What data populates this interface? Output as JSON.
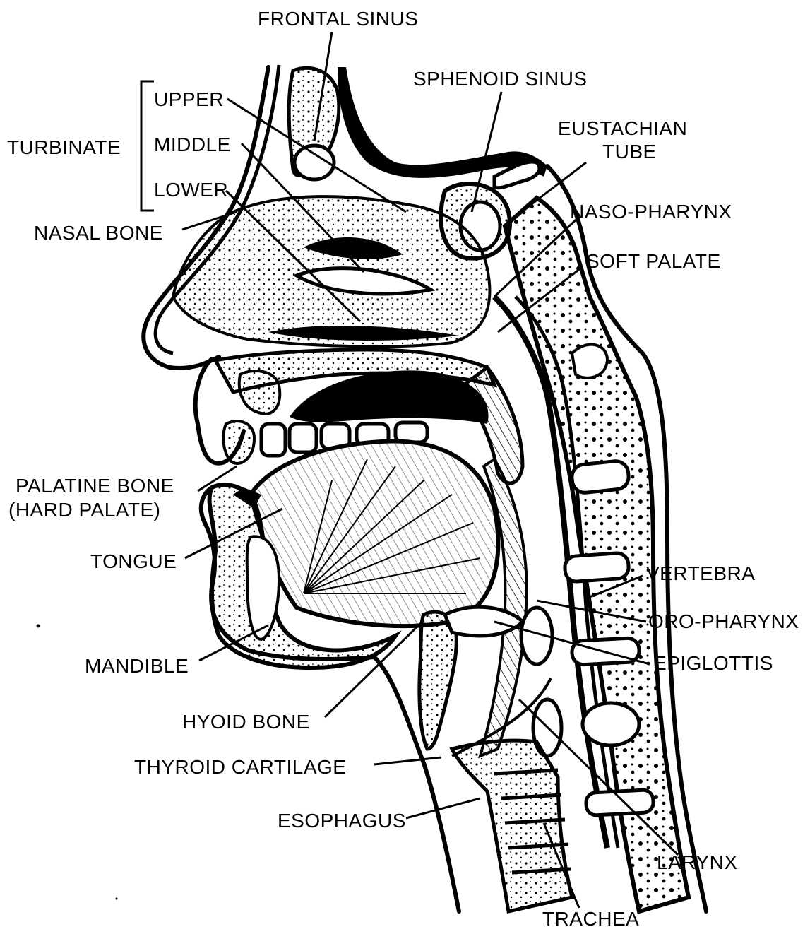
{
  "labels": {
    "frontal_sinus": "FRONTAL SINUS",
    "sphenoid_sinus": "SPHENOID SINUS",
    "eustachian_tube_line1": "EUSTACHIAN",
    "eustachian_tube_line2": "TUBE",
    "turbinate": "TURBINATE",
    "upper": "UPPER",
    "middle": "MIDDLE",
    "lower": "LOWER",
    "nasal_bone": "NASAL BONE",
    "naso_pharynx": "NASO-PHARYNX",
    "soft_palate": "SOFT PALATE",
    "palatine_bone_line1": "PALATINE BONE",
    "palatine_bone_line2": "(HARD PALATE)",
    "tongue": "TONGUE",
    "vertebra": "VERTEBRA",
    "oro_pharynx": "ORO-PHARYNX",
    "mandible": "MANDIBLE",
    "epiglottis": "EPIGLOTTIS",
    "hyoid_bone": "HYOID BONE",
    "thyroid_cartilage": "THYROID CARTILAGE",
    "esophagus": "ESOPHAGUS",
    "larynx": "LARYNX",
    "trachea": "TRACHEA"
  },
  "colors": {
    "ink": "#000000",
    "paper": "#ffffff"
  }
}
